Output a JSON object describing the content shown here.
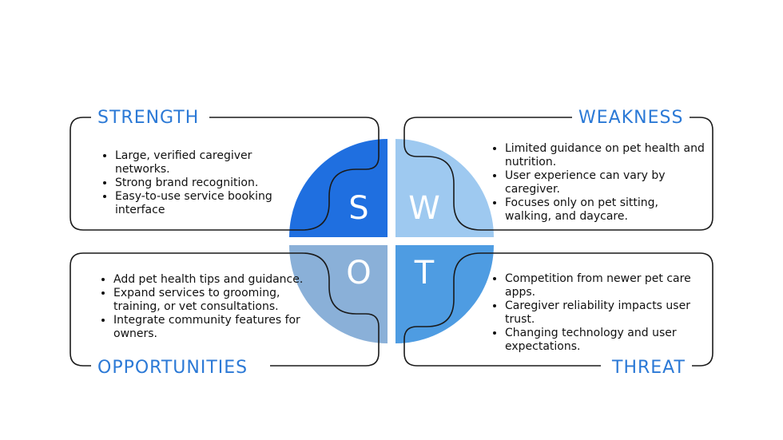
{
  "colors": {
    "title": "#2b79d6",
    "border": "#1a1a1a",
    "s_fill": "#1f6fe0",
    "w_fill": "#9ec9f0",
    "o_fill": "#8ab0d8",
    "t_fill": "#4e9ce2"
  },
  "swot": {
    "letters": {
      "s": "S",
      "w": "W",
      "o": "O",
      "t": "T"
    },
    "strength": {
      "title": "STRENGTH",
      "items": [
        "Large, verified caregiver networks.",
        "Strong brand recognition.",
        "Easy-to-use service booking interface"
      ]
    },
    "weakness": {
      "title": "WEAKNESS",
      "items": [
        "Limited guidance on pet health and nutrition.",
        "User experience can vary by caregiver.",
        "Focuses only on pet sitting, walking, and daycare."
      ]
    },
    "opportunities": {
      "title": "OPPORTUNITIES",
      "items": [
        "Add pet health tips and guidance.",
        "Expand services to grooming, training, or vet consultations.",
        "Integrate community features for owners."
      ]
    },
    "threat": {
      "title": "THREAT",
      "items": [
        "Competition from newer pet care apps.",
        "Caregiver reliability impacts user trust.",
        "Changing technology and user expectations."
      ]
    }
  }
}
